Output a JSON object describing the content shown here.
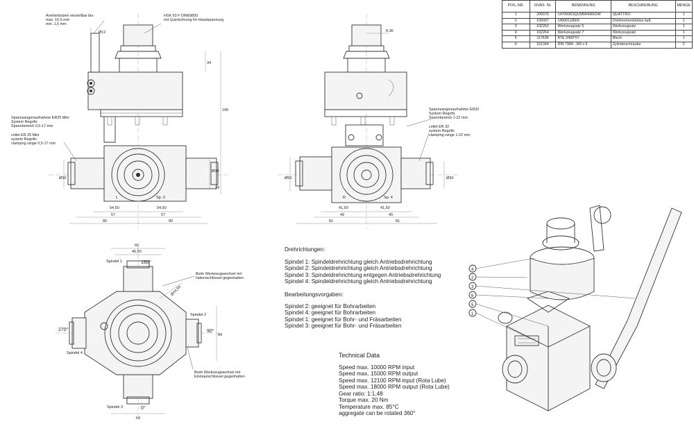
{
  "bom": {
    "headers": [
      "POS.-NR.",
      "SIVAS- Nr.",
      "BENENNUNG",
      "BESCHREIBUNG",
      "MENGE"
    ],
    "rows": [
      [
        "1",
        "200076",
        "1470006SQUM5R6R6OW",
        "QUATTRO",
        "1"
      ],
      [
        "2",
        "100097",
        "1450011REN",
        "Drehmomentstütze kplt.",
        "1"
      ],
      [
        "3",
        "102262",
        "Werkzeugsatz 5",
        "Werkzeugsatz",
        "1"
      ],
      [
        "4",
        "102264",
        "Werkzeugsatz 7",
        "Werkzeugsatz",
        "1"
      ],
      [
        "5",
        "117636",
        "ATE-3400*07",
        "Blech",
        "1"
      ],
      [
        "6",
        "101344",
        "DIN 7984 - M3 x 6",
        "Zylinderschraube",
        "2"
      ]
    ]
  },
  "notes": {
    "arretier": [
      "Arretierbolzen einstellbar bis:",
      "max. 10,5 mm",
      "min. 1,5 mm"
    ],
    "hsk": [
      "HSK 63 F DIN69893",
      "mit Querbohrung für Handspannung"
    ],
    "er25": [
      "Spannzangenaufnahme ER25 Mini",
      "System Regofix",
      "Spannbereich 0,5-17 mm",
      "",
      "collet ER 25 Mini",
      "system Regofix",
      "clamping range 0,5-17 mm"
    ],
    "er32": [
      "Spannzangenaufnahme ER32",
      "System Regofix",
      "Spannbereich 1-22 mm",
      "",
      "collet ER 32",
      "system Regofix",
      "clamping range 1-22 mm"
    ],
    "hakenschluessel": [
      "Beim Werkzeugwechsel mit",
      "Hakenschlüssel gegenhalten"
    ],
    "einmaulschluessel": [
      "Beim Werkzeugwechsel mit",
      "Einmaulschlüssel gegenhalten"
    ]
  },
  "drehrichtungen": {
    "title": "Drehrichtungen:",
    "lines": [
      "Spindel 1: Spindeldrehrichtung gleich Antriebsdrehrichtung",
      "Spindel 2: Spindeldrehrichtung gleich Antriebsdrehrichtung",
      "Spindel 3: Spindeldrehrichtung entgegen Antriebsdrehrichtung",
      "Spindel 4: Spindeldrehrichtung gleich Antriebsdrehrichtung"
    ]
  },
  "bearbeitung": {
    "title": "Bearbeitungsvorgaben:",
    "lines": [
      "Spindel 2: geeignet für Bohrarbeiten",
      "Spindel 4: geeignet für Bohrarbeiten",
      "Spindel 1: geeignet für Bohr- und Fräsarbeiten",
      "Spindel 3: geeignet für Bohr- und Fräsarbeiten"
    ]
  },
  "technical": {
    "title": "Technical Data",
    "lines": [
      "Speed max. 10000 RPM input",
      "Speed max. 15000 RPM output",
      "Speed max. 12100 RPM input (Rota Lube)",
      "Speed max. 18000 RPM output (Rota Lube)",
      "Gear ratio: 1:1,48",
      "Torque max. 20 Nm",
      "Temperature max. 85°C",
      "aggregate can be rotated 360°"
    ]
  },
  "dims": {
    "front": {
      "d12": "Ø12",
      "d34": "34",
      "d190": "190",
      "d30l": "Ø30",
      "d30r": "Ø30",
      "d29": "29",
      "d5450a": "54,50",
      "d5450b": "54,50",
      "d57a": "57",
      "d57b": "57",
      "d80a": "80",
      "d80b": "80",
      "lblL": "L",
      "lblSp": "Sp. 3"
    },
    "side": {
      "d836": "8.36",
      "d50": "Ø50",
      "d30": "Ø30",
      "d4150a": "41,50",
      "d4150b": "41,50",
      "d49a": "49",
      "d49b": "49",
      "d81a": "81",
      "d81b": "81",
      "lblR": "R",
      "lblSp": "Sp. 4"
    },
    "top": {
      "d60": "60",
      "d4550": "45,50",
      "d4450": "Ø44,50",
      "d64": "64",
      "d84": "84",
      "a180": "180°",
      "a90": "90°",
      "a270": "270°",
      "a0": "0°",
      "sp1": "Spindel 1",
      "sp2": "Spindel 2",
      "sp3": "Spindel 3",
      "sp4": "Spindel 4"
    }
  },
  "callouts": [
    "4",
    "2",
    "3",
    "6",
    "5",
    "1"
  ]
}
